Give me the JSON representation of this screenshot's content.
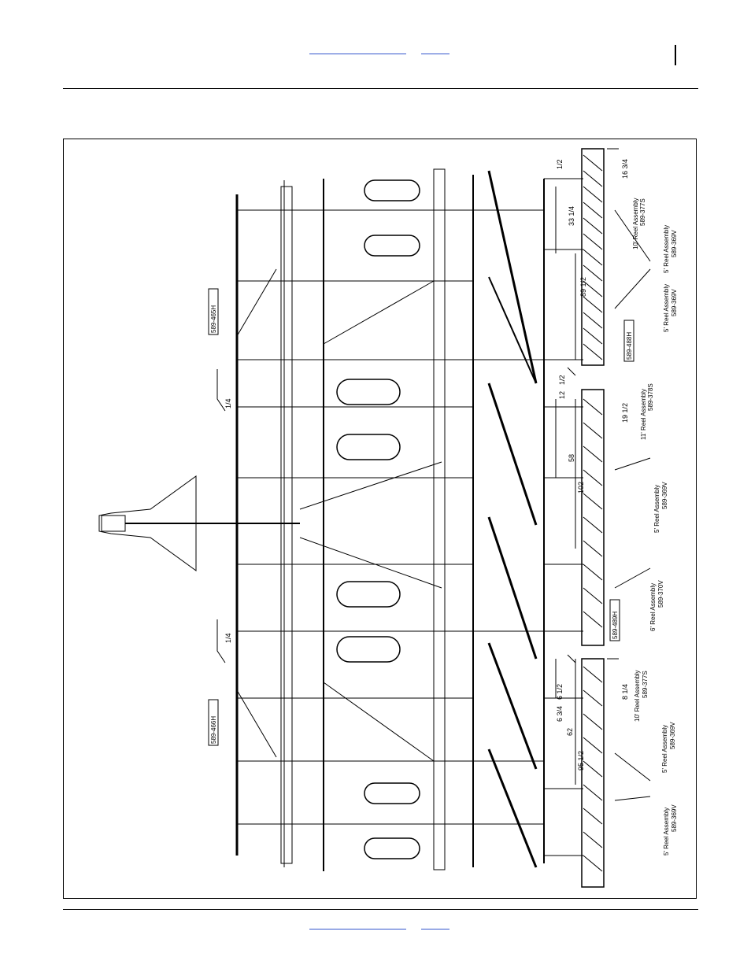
{
  "header": {
    "link_1": "",
    "link_2": ""
  },
  "footer": {
    "link_1": "",
    "link_2": ""
  },
  "drawing": {
    "part_numbers": [
      "589-465H",
      "589-466H",
      "589-488H",
      "589-489H"
    ],
    "dimensions": [
      "1/2",
      "16 3/4",
      "33 1/4",
      "89 1/2",
      "1/2",
      "12",
      "19 1/2",
      "58",
      "102",
      "1/4",
      "1/4",
      "8 1/4",
      "6 1/2",
      "6 3/4",
      "62",
      "95 1/2"
    ],
    "callouts": [
      {
        "title": "10' Reel Assembly",
        "part": "589-377S"
      },
      {
        "title": "5' Reel Assembly",
        "part": "589-369V"
      },
      {
        "title": "5' Reel Assembly",
        "part": "589-369V"
      },
      {
        "title": "11' Reel Assembly",
        "part": "589-378S"
      },
      {
        "title": "5' Reel Assembly",
        "part": "589-369V"
      },
      {
        "title": "6' Reel Assembly",
        "part": "589-370V"
      },
      {
        "title": "10' Reel Assembly",
        "part": "589-377S"
      },
      {
        "title": "5' Reel Assembly",
        "part": "589-369V"
      },
      {
        "title": "5' Reel Assembly",
        "part": "589-369V"
      }
    ]
  }
}
